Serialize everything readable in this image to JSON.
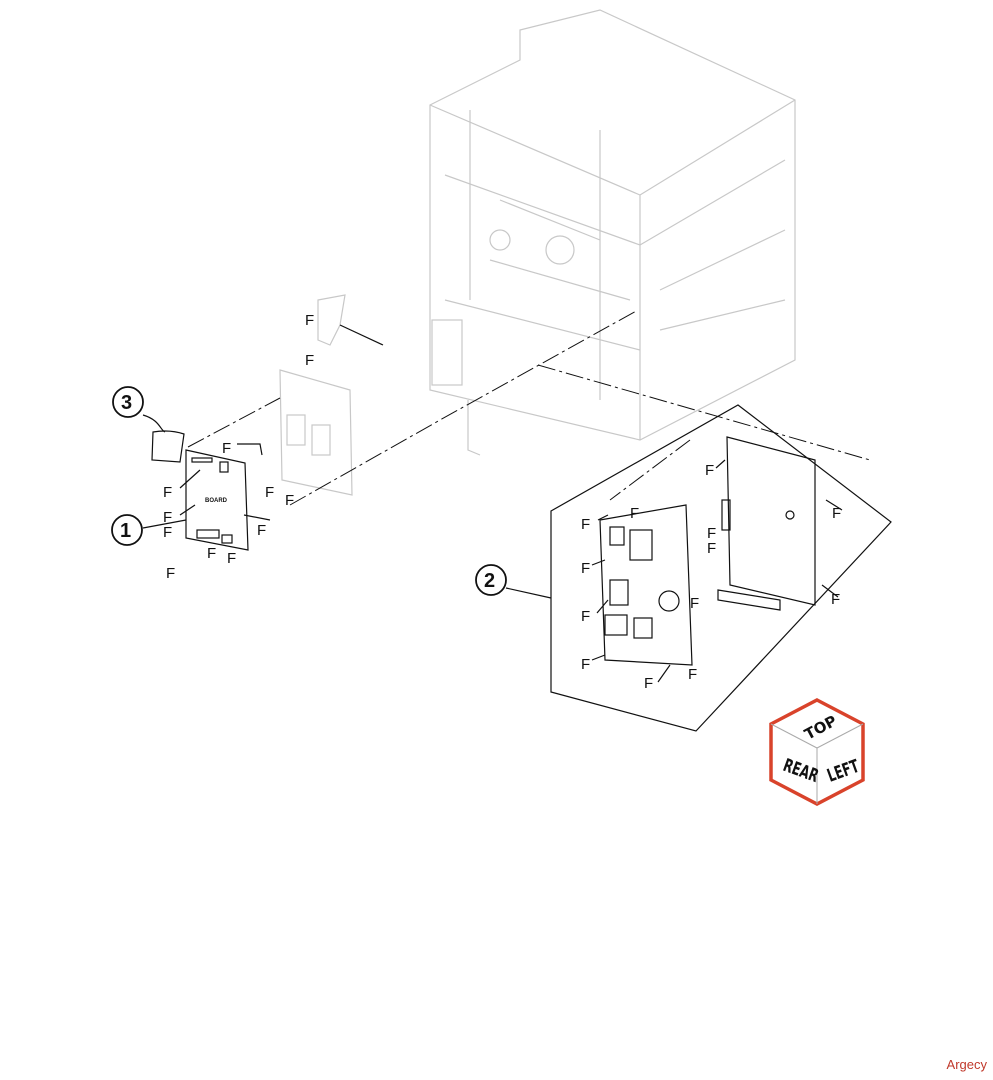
{
  "callouts": {
    "c1": "1",
    "c2": "2",
    "c3": "3"
  },
  "fastener_label": "F",
  "orientation_cube": {
    "top": "TOP",
    "rear": "REAR",
    "left": "LEFT",
    "accent_color": "#d9432b"
  },
  "watermark": "Argecy"
}
